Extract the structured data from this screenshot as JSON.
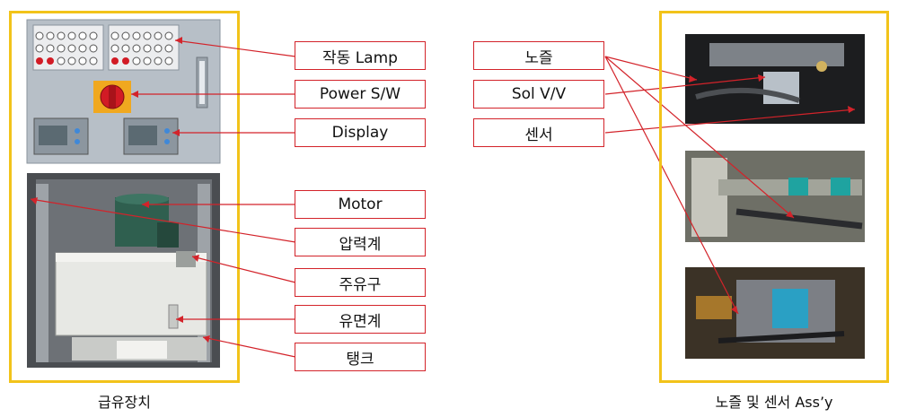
{
  "left_panel": {
    "caption": "급유장치",
    "labels": [
      "작동 Lamp",
      "Power S/W",
      "Display",
      "Motor",
      "압력계",
      "주유구",
      "유면계",
      "탱크"
    ]
  },
  "right_panel": {
    "caption": "노즐 및 센서 Ass’y",
    "labels": [
      "노즐",
      "Sol V/V",
      "센서"
    ]
  },
  "colors": {
    "frame": "#f2c31a",
    "callout": "#d3232a"
  }
}
